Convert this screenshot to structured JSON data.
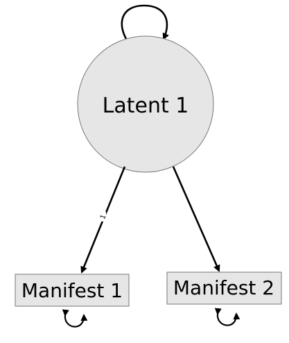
{
  "diagram": {
    "latent": {
      "label": "Latent 1"
    },
    "manifests": [
      {
        "label": "Manifest 1"
      },
      {
        "label": "Manifest 2"
      }
    ],
    "loadings": [
      {
        "label": "1"
      },
      {
        "label": ""
      }
    ],
    "colors": {
      "node_fill": "#e6e6e6",
      "stroke": "#000000",
      "node_border": "#777777"
    }
  }
}
